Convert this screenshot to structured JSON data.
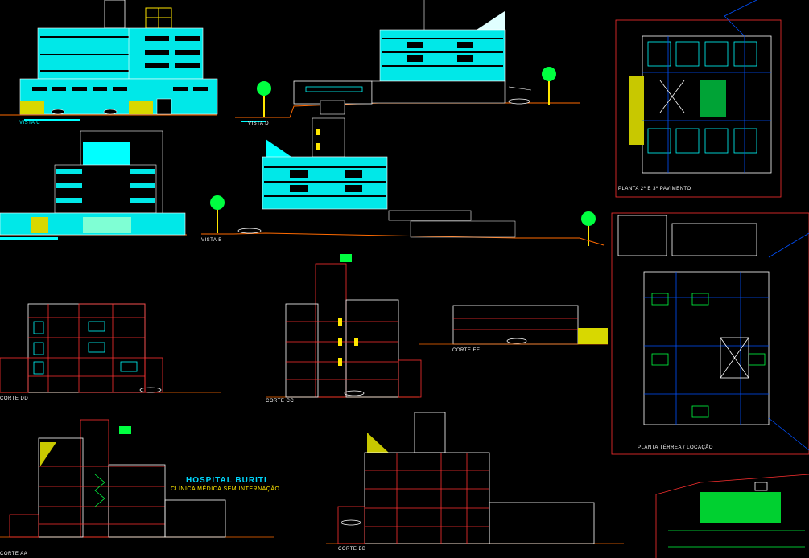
{
  "drawing": {
    "title": "HOSPITAL BURITI",
    "subtitle": "CLÍNICA MÉDICA SEM INTERNAÇÃO"
  },
  "labels": {
    "vista_c": "VISTA C",
    "vista_d": "VISTA D",
    "vista_b": "VISTA B",
    "corte_dd": "CORTE DD",
    "corte_cc": "CORTE CC",
    "corte_ee": "CORTE EE",
    "corte_aa": "CORTE AA",
    "corte_bb": "CORTE BB",
    "planta_upper": "PLANTA 2º E 3º PAVIMENTO",
    "planta_terrea": "PLANTA TÉRREA / LOCAÇÃO"
  },
  "colors": {
    "background": "#000000",
    "elevation_fill": "#00ffff",
    "section_lines": "#ff3030",
    "ground_line": "#ff6a00",
    "accent_yellow": "#ffe600",
    "plan_green": "#00ff40",
    "plan_blue": "#0050ff",
    "text_white": "#ffffff"
  }
}
